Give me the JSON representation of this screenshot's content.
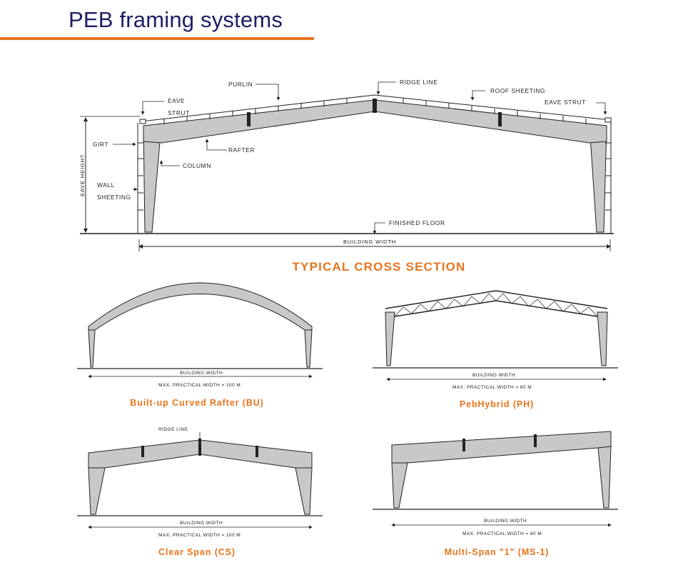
{
  "header": {
    "title": "PEB framing systems"
  },
  "colors": {
    "accent": "#e8741c",
    "title": "#1b1f66",
    "member_fill": "#c8c8c8",
    "line": "#222222"
  },
  "main_section": {
    "caption": "TYPICAL CROSS SECTION",
    "labels": {
      "purlin": "PURLIN",
      "ridge_line": "RIDGE LINE",
      "roof_sheeting": "ROOF SHEETING",
      "eave_strut_left_1": "EAVE",
      "eave_strut_left_2": "STRUT",
      "eave_strut_right": "EAVE STRUT",
      "girt": "GIRT",
      "rafter": "RAFTER",
      "column": "COLUMN",
      "wall_sheeting_1": "WALL",
      "wall_sheeting_2": "SHEETING",
      "finished_floor": "FINISHED FLOOR",
      "eave_height": "EAVE HEIGHT",
      "building_width": "BUILDING WIDTH"
    }
  },
  "systems": [
    {
      "caption": "Built-up Curved Rafter (BU)",
      "width_label": "BUILDING WIDTH",
      "max_width": "MAX. PRACTICAL WIDTH = 100 M"
    },
    {
      "caption": "PebHybrid (PH)",
      "width_label": "BUILDING WIDTH",
      "max_width": "MAX. PRACTICAL WIDTH = 60 M"
    },
    {
      "caption": "Clear Span (CS)",
      "width_label": "BUILDING WIDTH",
      "max_width": "MAX. PRACTICAL WIDTH = 100 M",
      "ridge_label": "RIDGE LINE"
    },
    {
      "caption": "Multi-Span \"1\" (MS-1)",
      "width_label": "BUILDING WIDTH",
      "max_width": "MAX. PRACTICAL WIDTH = 60 M"
    }
  ]
}
